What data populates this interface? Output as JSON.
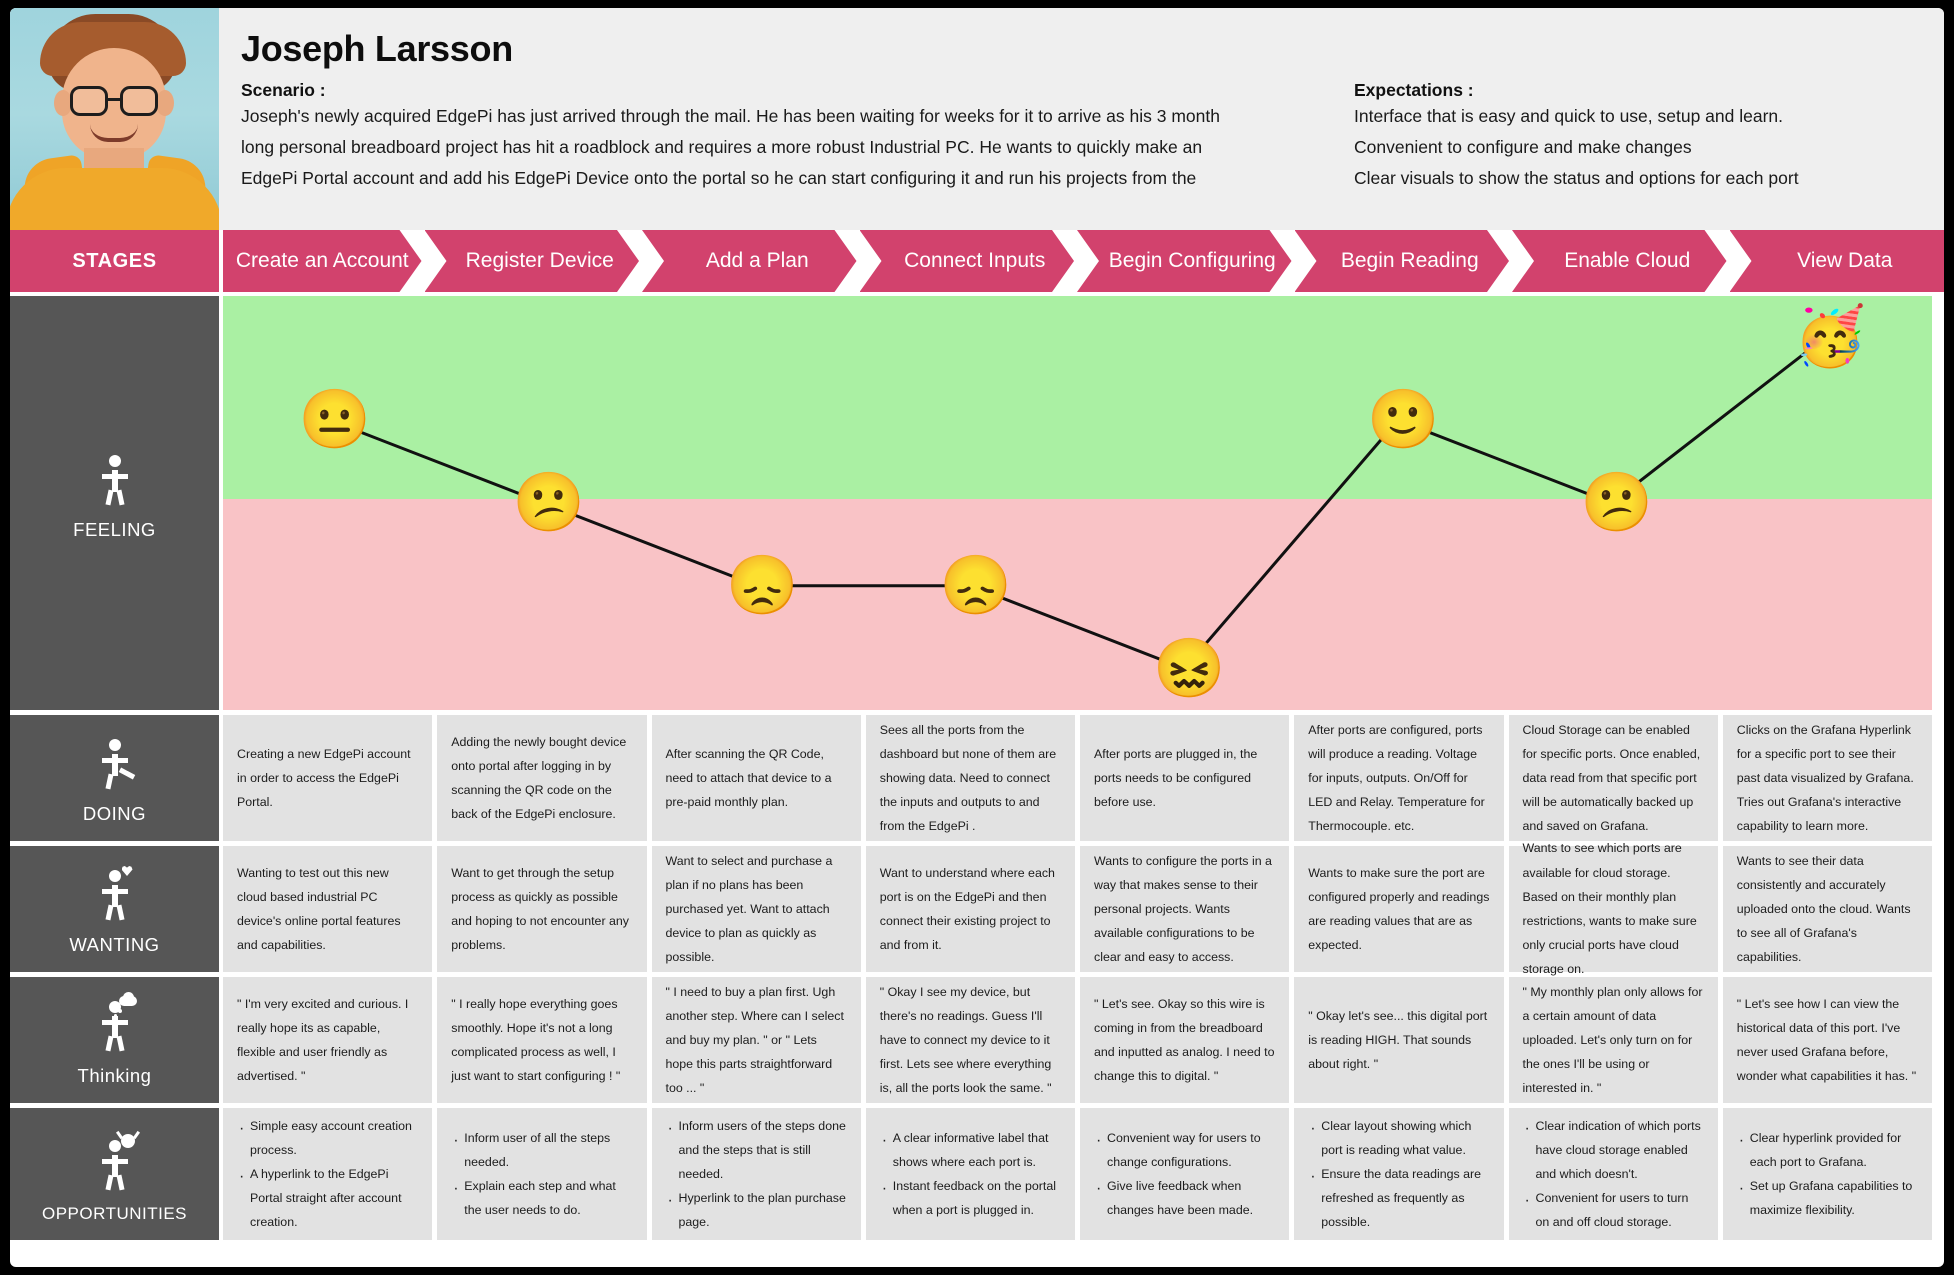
{
  "persona": {
    "name": "Joseph Larsson",
    "scenario_label": "Scenario :",
    "scenario_lines": [
      "Joseph's newly acquired EdgePi has just arrived through the mail. He has been waiting for weeks for it to arrive as his 3 month",
      "long personal breadboard project has hit a roadblock and requires a more robust Industrial PC. He wants to quickly make an",
      "EdgePi Portal account and add his EdgePi Device onto the portal so he can start configuring it and run his projects from the"
    ],
    "expectations_label": "Expectations :",
    "expectations_lines": [
      "Interface that is easy and quick  to use, setup and learn.",
      "Convenient to configure and make changes",
      "Clear visuals to show the status and options for each port"
    ]
  },
  "colors": {
    "stage_pink": "#d2426d",
    "row_label_gray": "#565656",
    "cell_gray": "#e2e2e2",
    "band_good": "#aaf0a3",
    "band_bad": "#f9c3c6"
  },
  "stages": {
    "label": "STAGES",
    "items": [
      "Create an Account",
      "Register Device",
      "Add a Plan",
      "Connect Inputs",
      "Begin Configuring",
      "Begin Reading",
      "Enable Cloud",
      "View Data"
    ]
  },
  "rows": [
    {
      "key": "feeling",
      "label": "FEELING",
      "icon": "person-icon"
    },
    {
      "key": "doing",
      "label": "DOING",
      "icon": "person-running-icon"
    },
    {
      "key": "wanting",
      "label": "WANTING",
      "icon": "person-heart-icon"
    },
    {
      "key": "thinking",
      "label": "Thinking",
      "icon": "person-thought-bubble-icon"
    },
    {
      "key": "opportunities",
      "label": "OPPORTUNITIES",
      "icon": "person-lightbulb-icon"
    }
  ],
  "chart_data": {
    "type": "line",
    "title": "FEELING",
    "categories": [
      "Create an Account",
      "Register Device",
      "Add a Plan",
      "Connect Inputs",
      "Begin Configuring",
      "Begin Reading",
      "Enable Cloud",
      "View Data"
    ],
    "values": [
      4,
      3,
      2,
      2,
      1,
      4,
      3,
      5
    ],
    "emoji_labels": [
      "neutral",
      "confused",
      "sad",
      "sad",
      "frustrated",
      "smiling",
      "confused",
      "celebrating"
    ],
    "emojis": [
      "😐",
      "😕",
      "😞",
      "😞",
      "😖",
      "🙂",
      "😕",
      "🥳"
    ],
    "ylim": [
      0.5,
      5.5
    ],
    "ylabel": "Feeling",
    "xlabel": "",
    "bands": [
      {
        "name": "positive",
        "color": "#aaf0a3",
        "from": 3.1,
        "to": 5.5
      },
      {
        "name": "negative",
        "color": "#f9c3c6",
        "from": 0.5,
        "to": 3.1
      }
    ],
    "grid": false,
    "legend": "none"
  },
  "doing": [
    "Creating a new EdgePi account in order to access the EdgePi Portal.",
    "Adding the newly bought device onto portal after logging in by scanning the QR code on the back of the EdgePi enclosure.",
    "After scanning the QR Code, need to attach that device to a pre-paid monthly plan.",
    "Sees all the ports from the dashboard but none of them are showing data. Need to connect the inputs and outputs to and from the EdgePi .",
    "After ports are plugged in, the ports needs to be configured before use.",
    "After ports are configured, ports will produce a reading. Voltage for inputs, outputs. On/Off for LED and Relay. Temperature for Thermocouple. etc.",
    "Cloud Storage can be enabled for specific ports. Once enabled, data read from that specific port will be automatically backed up and saved on Grafana.",
    "Clicks on the Grafana Hyperlink for a specific port to see their past data visualized by Grafana. Tries out Grafana's interactive capability to learn more."
  ],
  "wanting": [
    "Wanting to test out this new cloud based industrial PC device's online portal features and capabilities.",
    "Want to get through the setup process as quickly as possible and hoping to not encounter any problems.",
    "Want to select and purchase a plan if no plans has been purchased yet. Want to attach device to plan as quickly as possible.",
    "Want to understand where each port is on the EdgePi and then connect their existing project to and from it.",
    "Wants to configure the ports in a way that makes sense to their personal projects. Wants available configurations to be clear and easy to access.",
    "Wants to make sure the port are configured properly and readings are reading values that are as expected.",
    "Wants to see which ports are available for cloud storage. Based on their monthly plan restrictions, wants to make sure only crucial ports have cloud storage on.",
    "Wants to see their data consistently and accurately uploaded onto the cloud. Wants to see all of Grafana's capabilities."
  ],
  "thinking": [
    "\" I'm very excited and curious. I really hope its as capable, flexible and user friendly as advertised.  \"",
    "\" I really hope everything goes smoothly. Hope it's not a long complicated process as well, I just want to start configuring ! \"",
    "\" I need to buy a plan first. Ugh another step. Where can I select and buy my plan.  \" or \" Lets hope this parts straightforward too ... \"",
    "\" Okay I see my device, but there's no readings. Guess I'll have to connect my device to it first. Lets see where everything is, all the ports look the same. \"",
    "\" Let's see. Okay so this wire is coming in from the breadboard and inputted as analog. I need to change this to digital. \"",
    "\" Okay let's see... this digital port is reading HIGH. That sounds about right.  \"",
    "\" My monthly plan only allows for a certain amount of data uploaded. Let's only turn on for the ones I'll be using or interested in. \"",
    "\" Let's see how I can view the historical data of this port. I've never used Grafana before, wonder what capabilities it has. \""
  ],
  "opportunities": [
    [
      "Simple easy account creation process.",
      "A hyperlink to the EdgePi Portal straight after account creation."
    ],
    [
      "Inform user of all the steps needed.",
      "Explain each step and what the user needs to do."
    ],
    [
      "Inform users of the steps done and the steps that is still needed.",
      "Hyperlink to the plan purchase page."
    ],
    [
      "A clear informative label that shows where each port is.",
      "Instant feedback on the portal when a port is plugged in."
    ],
    [
      "Convenient way for users to change configurations.",
      "Give live feedback when changes have been made."
    ],
    [
      "Clear layout showing which port is reading what value.",
      "Ensure the data readings are refreshed as frequently as possible."
    ],
    [
      "Clear indication of which ports have cloud storage enabled and which doesn't.",
      "Convenient for users to turn on and off cloud storage."
    ],
    [
      "Clear hyperlink provided for each port to Grafana.",
      "Set up Grafana capabilities to maximize flexibility."
    ]
  ]
}
